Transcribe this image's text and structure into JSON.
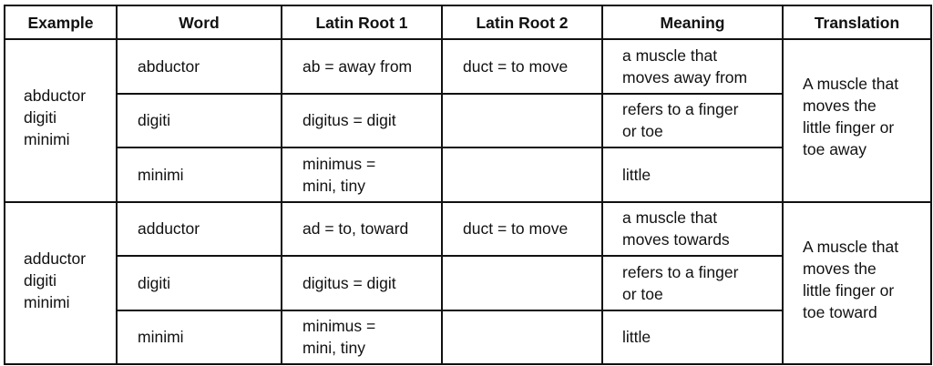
{
  "table": {
    "headers": [
      "Example",
      "Word",
      "Latin Root 1",
      "Latin Root 2",
      "Meaning",
      "Translation"
    ],
    "groups": [
      {
        "example": "abductor\ndigiti\nminimi",
        "translation": "A muscle that\nmoves the\nlittle finger or\ntoe away",
        "rows": [
          {
            "word": "abductor",
            "root1": "ab = away from",
            "root2": "duct = to move",
            "meaning": "a muscle that\nmoves away from"
          },
          {
            "word": "digiti",
            "root1": "digitus = digit",
            "root2": "",
            "meaning": "refers to a finger\nor toe"
          },
          {
            "word": "minimi",
            "root1": "minimus =\nmini, tiny",
            "root2": "",
            "meaning": "little"
          }
        ]
      },
      {
        "example": "adductor\ndigiti\nminimi",
        "translation": "A muscle that\nmoves the\nlittle finger or\ntoe toward",
        "rows": [
          {
            "word": "adductor",
            "root1": "ad = to, toward",
            "root2": "duct = to move",
            "meaning": "a muscle that\nmoves towards"
          },
          {
            "word": "digiti",
            "root1": "digitus = digit",
            "root2": "",
            "meaning": "refers to a finger\nor toe"
          },
          {
            "word": "minimi",
            "root1": "minimus =\nmini, tiny",
            "root2": "",
            "meaning": "little"
          }
        ]
      }
    ]
  }
}
